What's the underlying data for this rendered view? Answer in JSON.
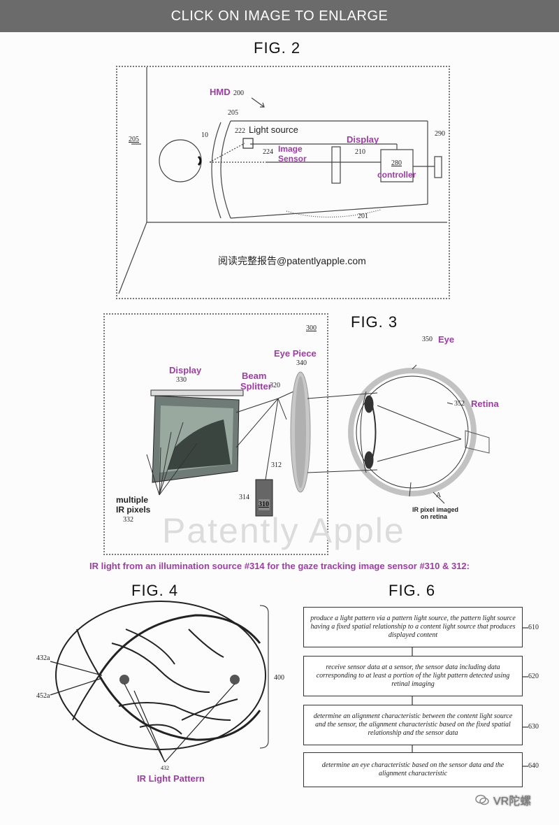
{
  "banner": "CLICK ON IMAGE TO ENLARGE",
  "fig2": {
    "title": "FIG. 2",
    "hmd_label": "HMD",
    "hmd_num": "200",
    "ref_205_left": "205",
    "ref_205": "205",
    "ref_10": "10",
    "ref_222": "222",
    "light_source": "Light source",
    "ref_224": "224",
    "image_sensor_1": "Image",
    "image_sensor_2": "Sensor",
    "display_label": "Display",
    "ref_210": "210",
    "ref_280": "280",
    "controller_label": "controller",
    "ref_290": "290",
    "ref_201": "201",
    "footer_text": "阅读完整报告@patentlyapple.com"
  },
  "fig3": {
    "title": "FIG. 3",
    "ref_300": "300",
    "display_label": "Display",
    "ref_330": "330",
    "beam_1": "Beam",
    "beam_2": "Splitter",
    "ref_320": "320",
    "eyepiece_label": "Eye Piece",
    "ref_340": "340",
    "ref_350": "350",
    "eye_label": "Eye",
    "ref_352": "352",
    "retina_label": "Retina",
    "ref_312": "312",
    "ref_314": "314",
    "ref_310": "310",
    "multiple_1": "multiple",
    "multiple_2": "IR pixels",
    "ref_332": "332",
    "ref_A": "A",
    "ir_imaged_1": "IR pixel imaged",
    "ir_imaged_2": "on retina",
    "watermark": "Patently Apple"
  },
  "caption": "IR light from an illumination source #314 for the gaze tracking image sensor #310 & 312:",
  "fig4": {
    "title": "FIG. 4",
    "ref_432a": "432a",
    "ref_452a": "452a",
    "ref_400": "400",
    "ref_432": "432",
    "pattern_label": "IR Light Pattern"
  },
  "fig6": {
    "title": "FIG. 6",
    "steps": [
      {
        "text": "produce a light pattern via a pattern light source, the pattern light source having a fixed spatial relationship to a content light source that produces displayed content",
        "num": "610"
      },
      {
        "text": "receive sensor data at a sensor, the sensor data including data corresponding to at least a portion of the light pattern detected using retinal imaging",
        "num": "620"
      },
      {
        "text": "determine an alignment characteristic between the content light source and the sensor, the alignment characteristic based on the fixed spatial relationship and the sensor data",
        "num": "630"
      },
      {
        "text": "determine an eye characteristic based on the sensor data and the alignment characteristic",
        "num": "640"
      }
    ]
  },
  "badge": "VR陀螺",
  "colors": {
    "accent": "#a03ba7",
    "banner_bg": "#6b6b6b"
  }
}
